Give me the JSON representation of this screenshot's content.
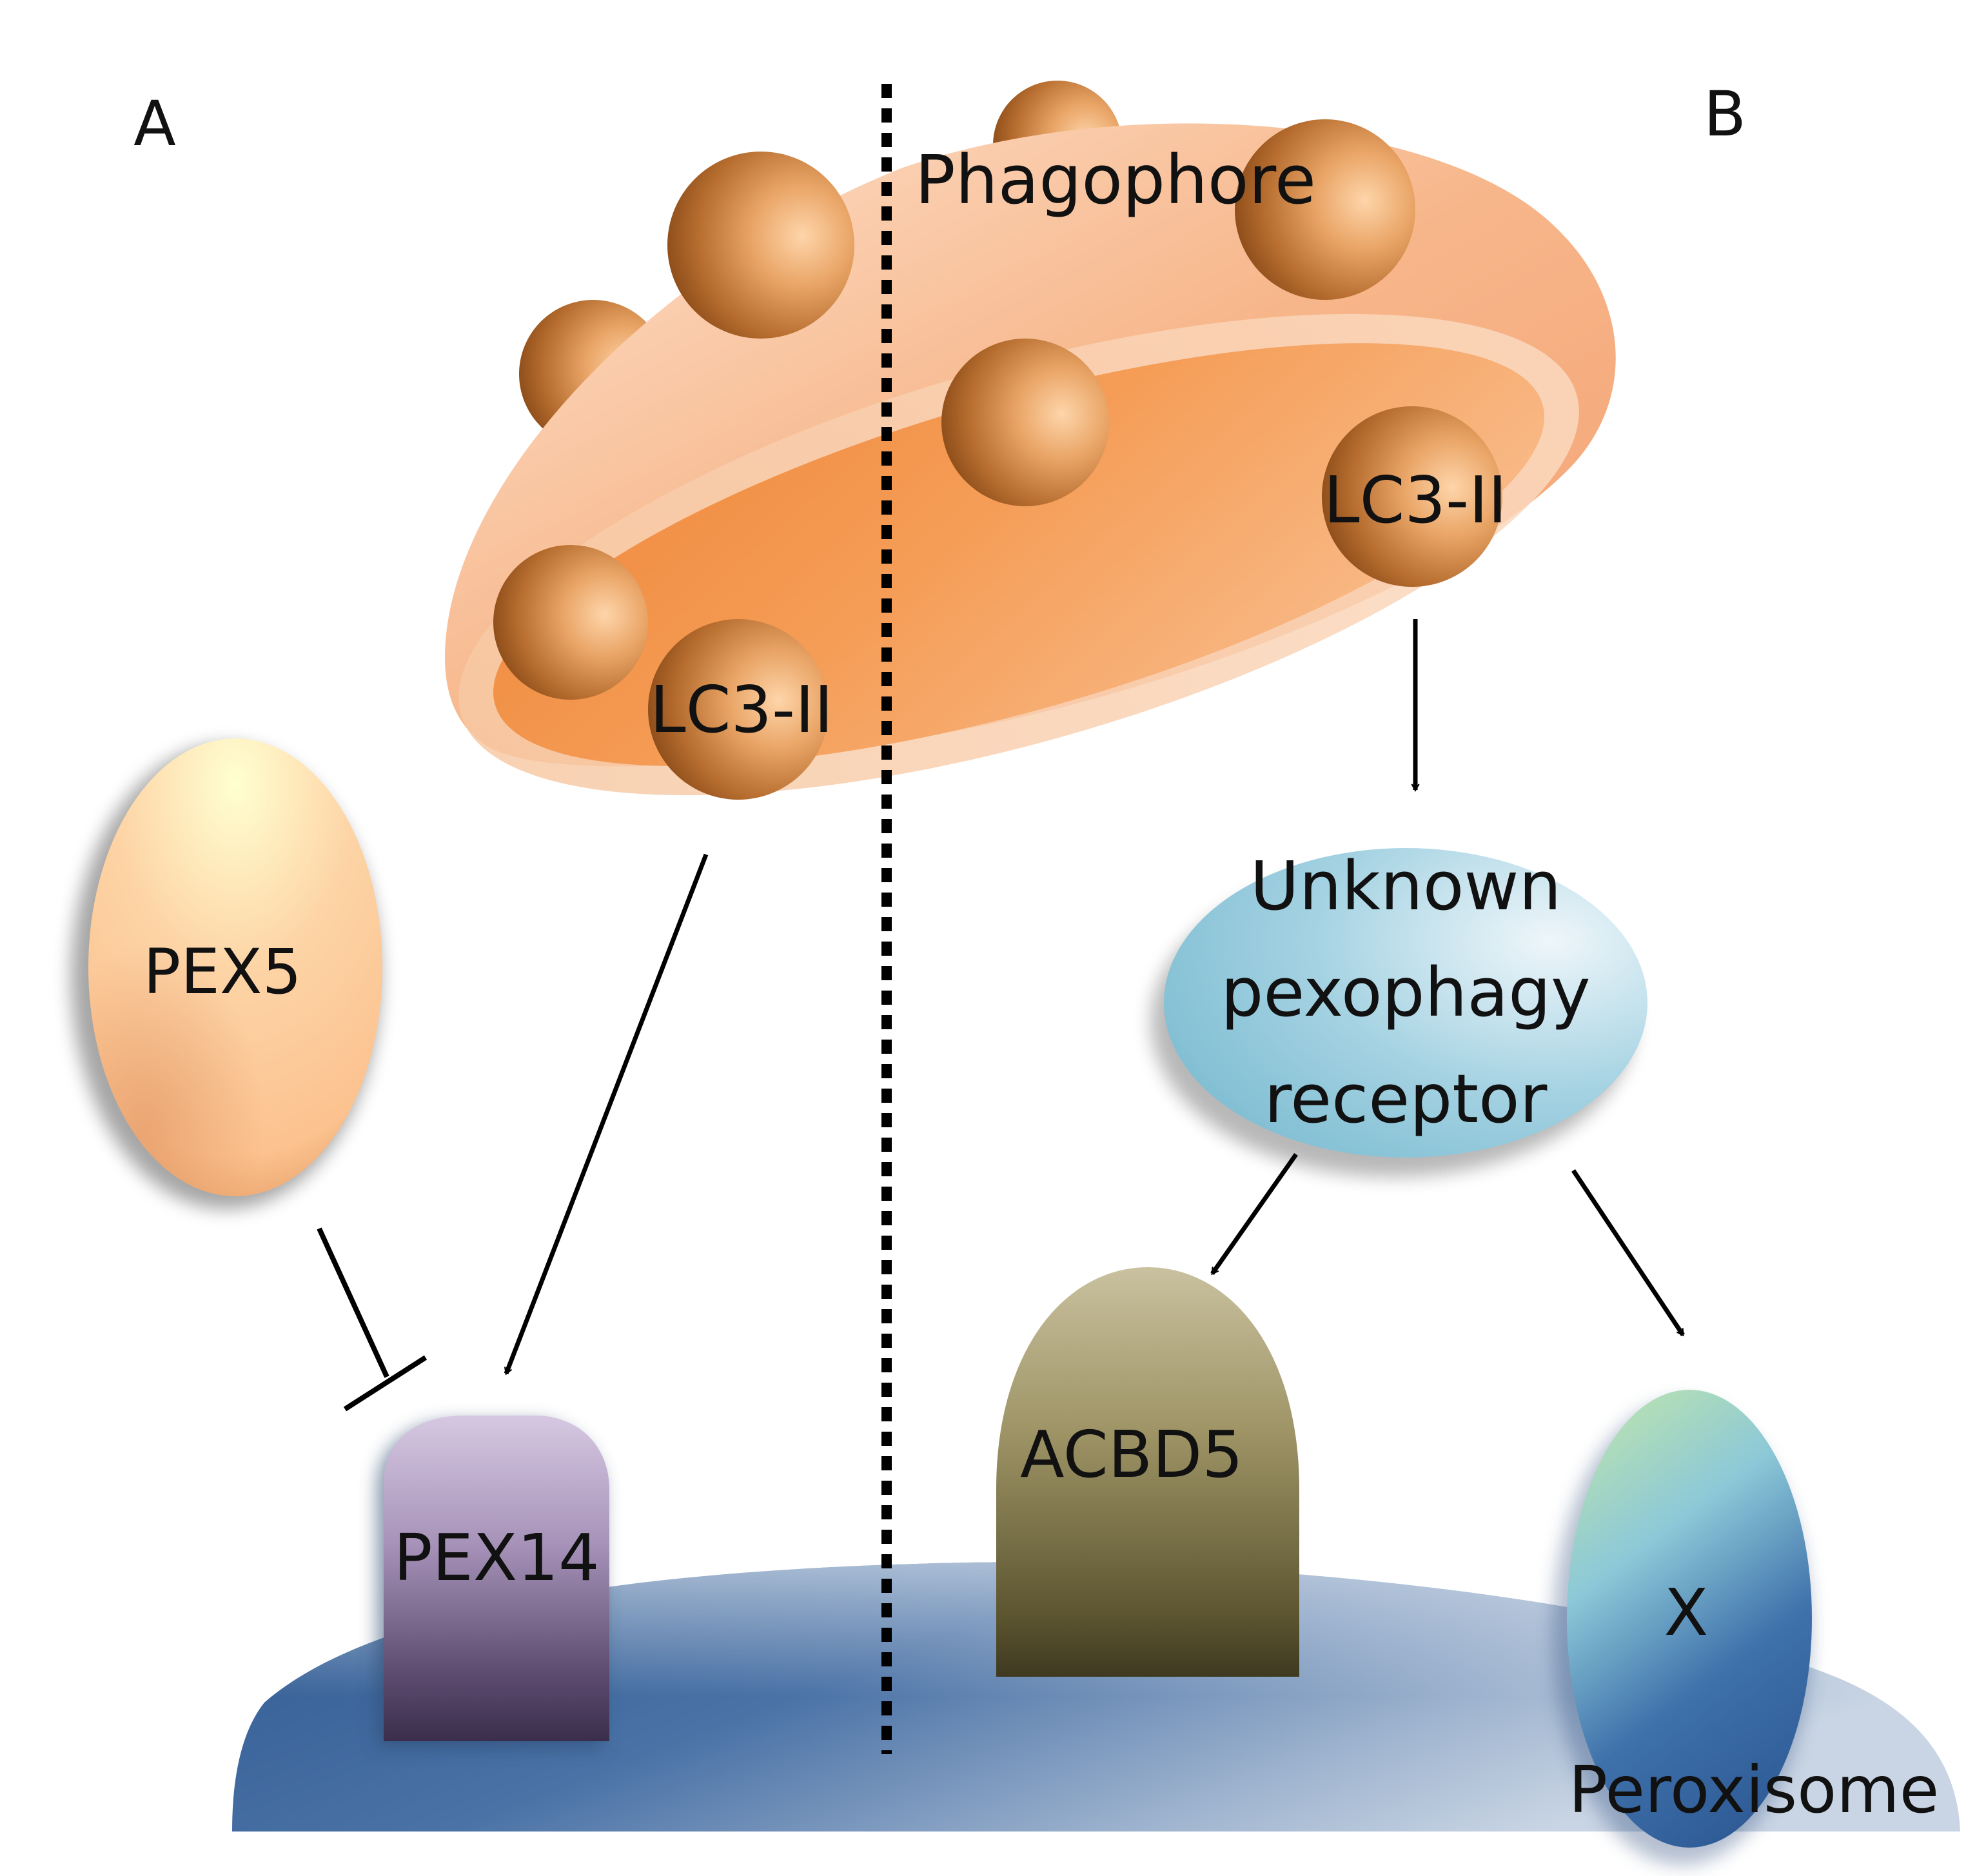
{
  "panels": {
    "left": "A",
    "right": "B"
  },
  "labels": {
    "phagophore": "Phagophore",
    "lc3_left": "LC3-II",
    "lc3_right": "LC3-II",
    "pex5": "PEX5",
    "pex14": "PEX14",
    "receptor_line1": "Unknown",
    "receptor_line2": "pexophagy",
    "receptor_line3": "receptor",
    "acbd5": "ACBD5",
    "x": "X",
    "peroxisome": "Peroxisome"
  },
  "colors": {
    "phagophore": "#f4a46a",
    "lc3_sphere": "#c87a3a",
    "pex5": "#fcc896",
    "pex14": "#a892b8",
    "receptor": "#a8d4e4",
    "acbd5": "#8e8658",
    "x_protein": "#4a86b4",
    "peroxisome": "#3a6496"
  },
  "relations": {
    "pex5_to_pex14": "inhibition",
    "lc3_left_to_pex14": "activation",
    "lc3_right_to_receptor": "activation",
    "receptor_to_acbd5": "activation",
    "receptor_to_x": "activation"
  }
}
